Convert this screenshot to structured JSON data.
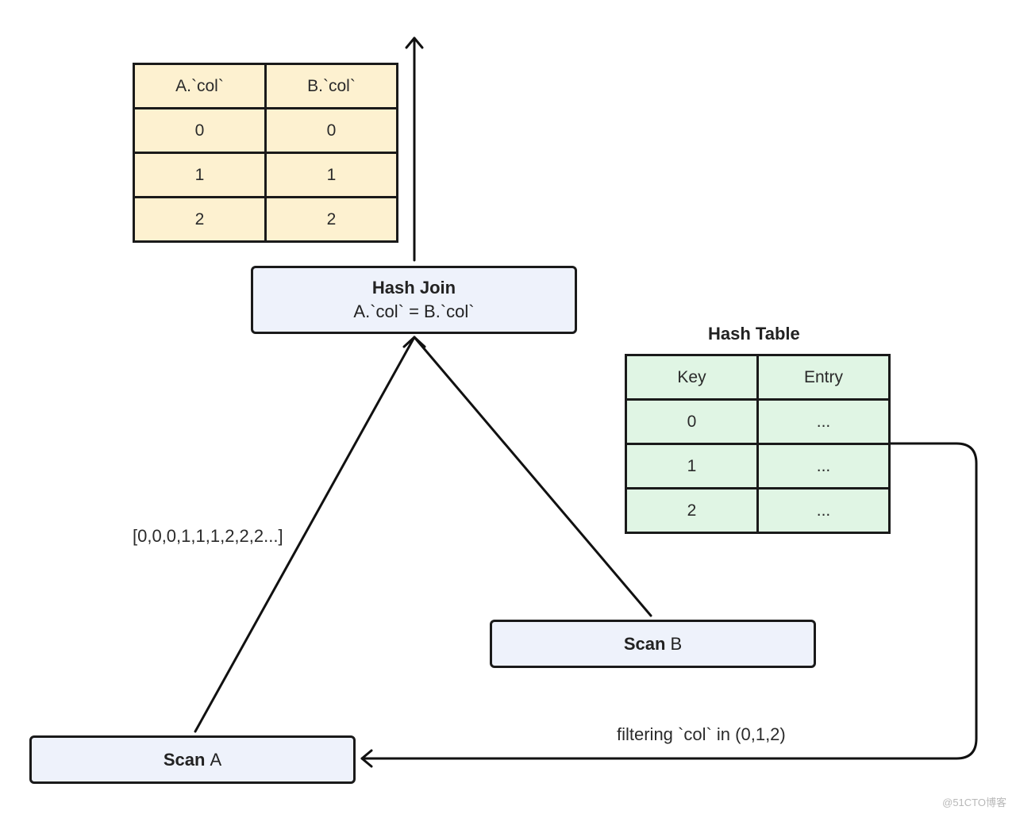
{
  "result_table": {
    "headers": [
      "A.`col`",
      "B.`col`"
    ],
    "rows": [
      [
        "0",
        "0"
      ],
      [
        "1",
        "1"
      ],
      [
        "2",
        "2"
      ]
    ]
  },
  "hash_join": {
    "title": "Hash Join",
    "condition": "A.`col` = B.`col`"
  },
  "hash_table": {
    "title": "Hash Table",
    "headers": [
      "Key",
      "Entry"
    ],
    "rows": [
      [
        "0",
        "..."
      ],
      [
        "1",
        "..."
      ],
      [
        "2",
        "..."
      ]
    ]
  },
  "scan_a": {
    "bold": "Scan",
    "name": "A"
  },
  "scan_b": {
    "bold": "Scan",
    "name": "B"
  },
  "labels": {
    "stream": "[0,0,0,1,1,1,2,2,2...]",
    "filter": "filtering `col` in (0,1,2)"
  },
  "watermark": "@51CTO博客"
}
